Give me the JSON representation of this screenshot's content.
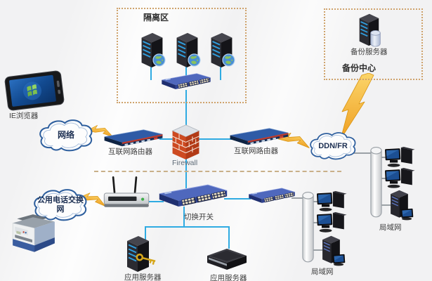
{
  "zones": {
    "dmz": {
      "title": "隔离区"
    },
    "backup": {
      "title": "备份中心",
      "server_label": "备份服务器"
    }
  },
  "labels": {
    "ie_browser": "IE浏览器",
    "internet_cloud": "网络",
    "router_left": "互联网路由器",
    "router_right": "互联网路由器",
    "firewall": "Firewall",
    "ddn_fr": "DDN/FR",
    "pstn_line1": "公用电话交换",
    "pstn_line2": "网",
    "main_switch": "切换开关",
    "app_server_left": "应用服务器",
    "app_server_right": "应用服务器",
    "lan_left": "局域网",
    "lan_right": "局域网"
  },
  "icons": {
    "server": "server-tower-icon",
    "globe": "globe-icon",
    "switch": "network-switch-icon",
    "router": "router-icon",
    "firewall": "firewall-brick-icon",
    "cloud": "cloud-icon",
    "lightning": "lightning-link-icon",
    "workstation": "desktop-pc-icon",
    "backbone": "lan-backbone-cylinder-icon",
    "wireless_router": "wireless-router-icon",
    "printer": "printer-icon",
    "tablet": "tablet-ie-icon",
    "key": "key-icon",
    "database": "database-cylinder-icon"
  },
  "colors": {
    "link_blue": "#2fabe2",
    "link_gray": "#9ba1a6",
    "zone_border": "#cfa36c",
    "divider_dash": "#c9b089",
    "lightning_gold": "#f2ab2e",
    "switch_blue": "#2e4291",
    "firewall_red": "#c0392b"
  }
}
